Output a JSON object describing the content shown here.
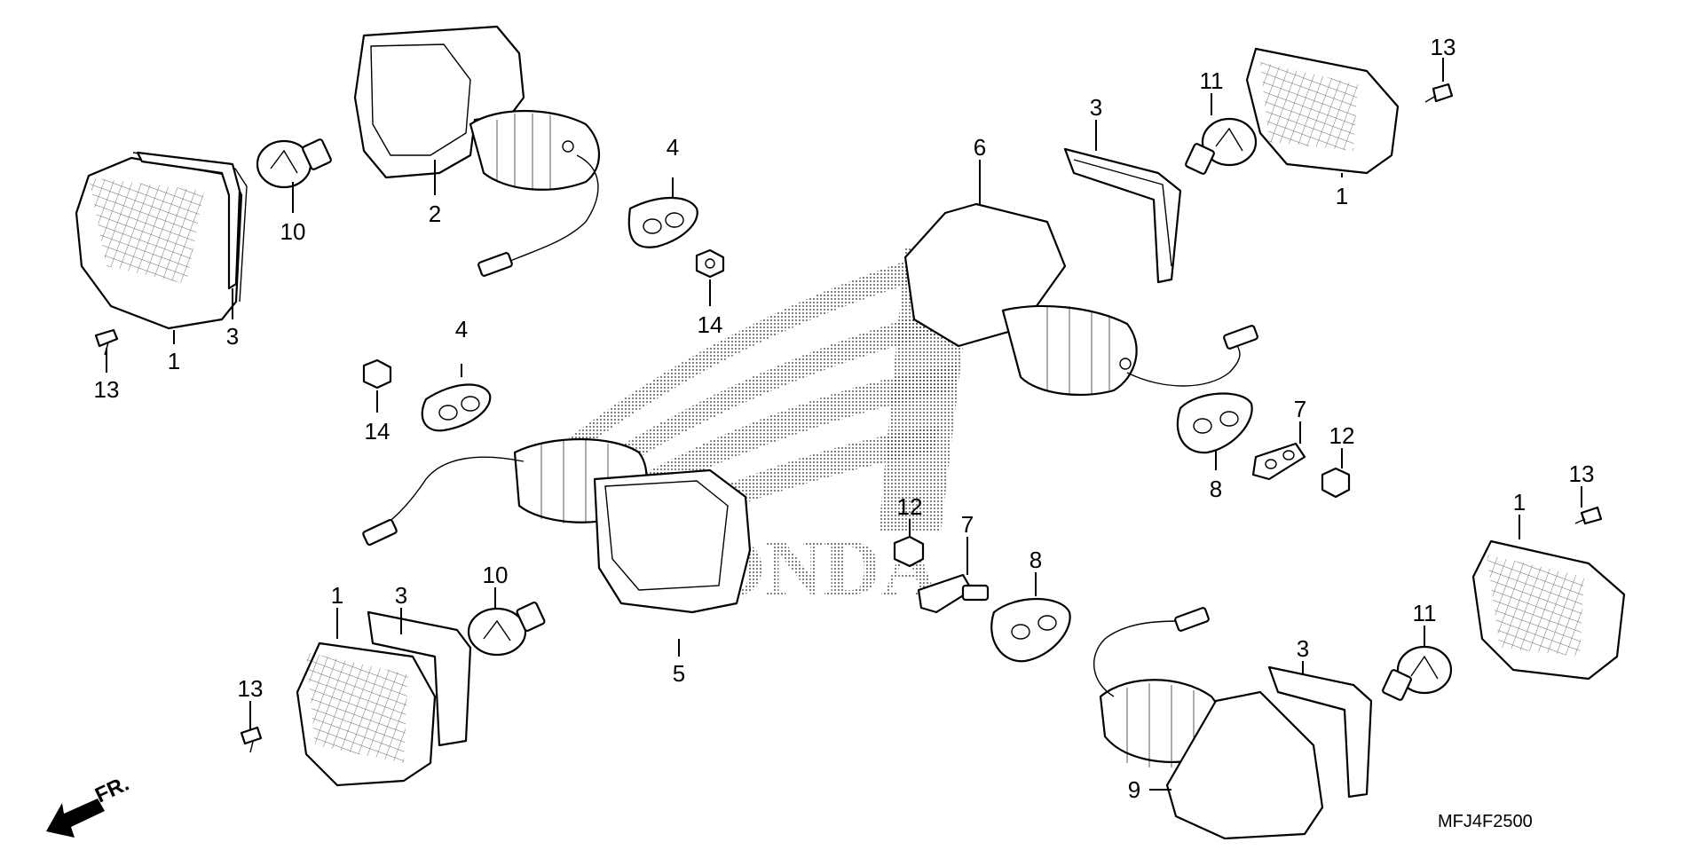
{
  "diagram": {
    "code": "MFJ4F2500",
    "direction_label": "FR.",
    "watermark_text": "HONDA",
    "callouts": [
      {
        "id": "c1a",
        "text": "1"
      },
      {
        "id": "c3a",
        "text": "3"
      },
      {
        "id": "c13a",
        "text": "13"
      },
      {
        "id": "c10a",
        "text": "10"
      },
      {
        "id": "c2",
        "text": "2"
      },
      {
        "id": "c4a",
        "text": "4"
      },
      {
        "id": "c14a",
        "text": "14"
      },
      {
        "id": "c4b",
        "text": "4"
      },
      {
        "id": "c14b",
        "text": "14"
      },
      {
        "id": "c6",
        "text": "6"
      },
      {
        "id": "c3b",
        "text": "3"
      },
      {
        "id": "c11a",
        "text": "11"
      },
      {
        "id": "c13b",
        "text": "13"
      },
      {
        "id": "c1b",
        "text": "1"
      },
      {
        "id": "c7a",
        "text": "7"
      },
      {
        "id": "c12a",
        "text": "12"
      },
      {
        "id": "c8a",
        "text": "8"
      },
      {
        "id": "c12b",
        "text": "12"
      },
      {
        "id": "c7b",
        "text": "7"
      },
      {
        "id": "c8b",
        "text": "8"
      },
      {
        "id": "c5",
        "text": "5"
      },
      {
        "id": "c1c",
        "text": "1"
      },
      {
        "id": "c3c",
        "text": "3"
      },
      {
        "id": "c10b",
        "text": "10"
      },
      {
        "id": "c13c",
        "text": "13"
      },
      {
        "id": "c3d",
        "text": "3"
      },
      {
        "id": "c9",
        "text": "9"
      },
      {
        "id": "c11b",
        "text": "11"
      },
      {
        "id": "c1d",
        "text": "1"
      },
      {
        "id": "c13d",
        "text": "13"
      }
    ]
  }
}
